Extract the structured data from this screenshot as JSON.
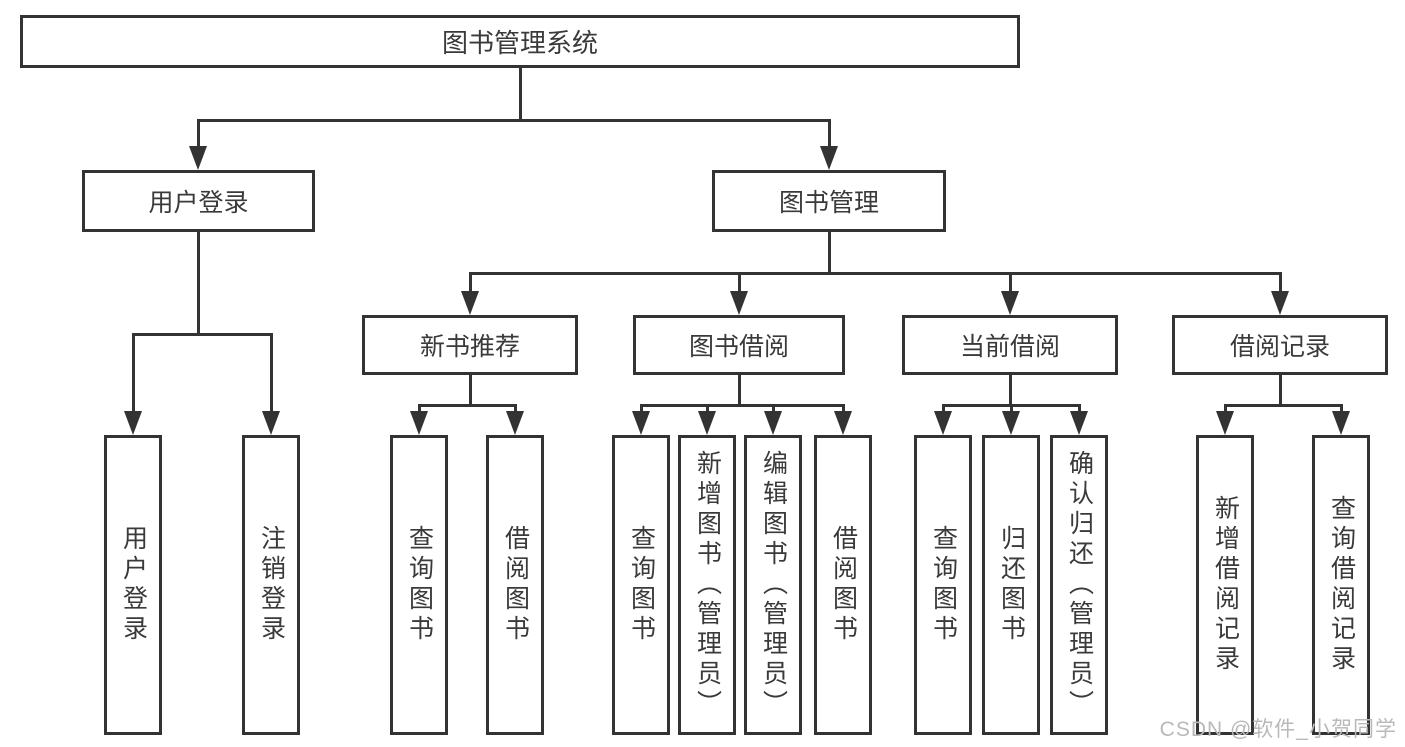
{
  "tree": {
    "label": "图书管理系统",
    "children": [
      {
        "label": "用户登录",
        "children": [
          {
            "label": "用户登录"
          },
          {
            "label": "注销登录"
          }
        ]
      },
      {
        "label": "图书管理",
        "children": [
          {
            "label": "新书推荐",
            "children": [
              {
                "label": "查询图书"
              },
              {
                "label": "借阅图书"
              }
            ]
          },
          {
            "label": "图书借阅",
            "children": [
              {
                "label": "查询图书"
              },
              {
                "label": "新增图书（管理员）"
              },
              {
                "label": "编辑图书（管理员）"
              },
              {
                "label": "借阅图书"
              }
            ]
          },
          {
            "label": "当前借阅",
            "children": [
              {
                "label": "查询图书"
              },
              {
                "label": "归还图书"
              },
              {
                "label": "确认归还（管理员）"
              }
            ]
          },
          {
            "label": "借阅记录",
            "children": [
              {
                "label": "新增借阅记录"
              },
              {
                "label": "查询借阅记录"
              }
            ]
          }
        ]
      }
    ]
  },
  "watermark": {
    "text": "CSDN @软件_小贺同学"
  },
  "colors": {
    "line": "#333333",
    "text": "#3a3a3a",
    "background": "#ffffff",
    "watermark": "#b9b9b9"
  }
}
